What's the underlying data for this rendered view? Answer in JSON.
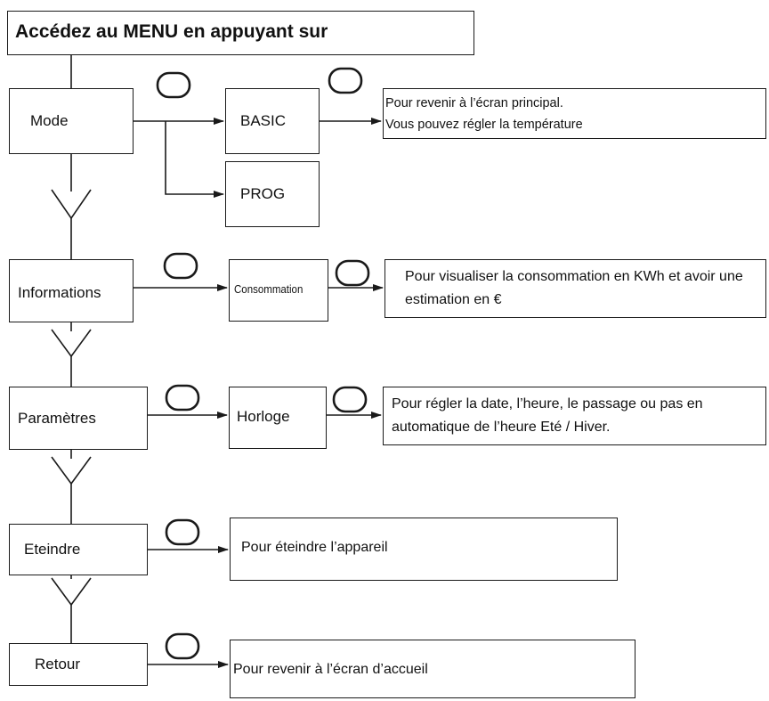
{
  "header": {
    "title": "Accédez au MENU en appuyant sur"
  },
  "menu": [
    {
      "label": "Mode",
      "icon": "grid-icon"
    },
    {
      "label": "Informations",
      "icon": "info-icon"
    },
    {
      "label": "Paramètres",
      "icon": "wrench-icon"
    },
    {
      "label": "Eteindre",
      "icon": "power-icon"
    },
    {
      "label": "Retour",
      "icon": "return-icon"
    }
  ],
  "submenus": {
    "basic": "BASIC",
    "prog": "PROG",
    "consommation": "Consommation",
    "horloge": "Horloge"
  },
  "descriptions": {
    "basic": [
      "Pour revenir à l’écran principal.",
      "Vous pouvez régler la température"
    ],
    "consommation": "Pour visualiser la consommation en KWh et avoir une estimation en €",
    "horloge": "Pour régler la date, l’heure, le passage ou pas en automatique de l’heure Eté / Hiver.",
    "eteindre": "Pour éteindre l’appareil",
    "retour": "Pour revenir à l’écran d’accueil"
  }
}
